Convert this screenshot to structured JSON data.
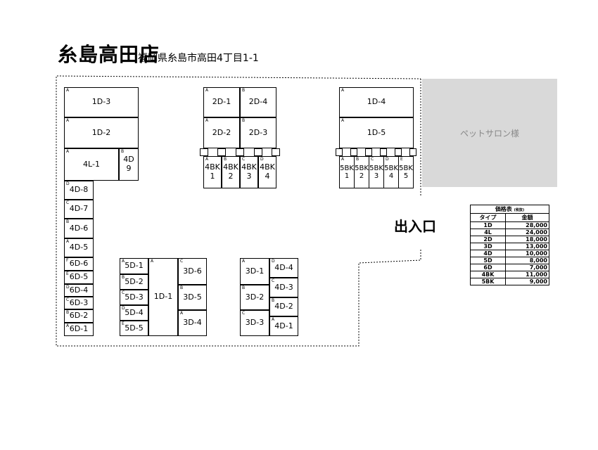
{
  "store": {
    "name": "糸島高田店",
    "address": "福岡県糸島市高田4丁目1-1"
  },
  "pet_salon": "ペットサロン様",
  "entrance": "出入口",
  "units": {
    "u1d3": {
      "tag": "A",
      "label": "1D-3"
    },
    "u1d2": {
      "tag": "A",
      "label": "1D-2"
    },
    "u4l1": {
      "tag": "A",
      "label": "4L-1"
    },
    "u4d9": {
      "tag": "B",
      "label": "4D\n9"
    },
    "u4d8": {
      "tag": "D",
      "label": "4D-8"
    },
    "u4d7": {
      "tag": "C",
      "label": "4D-7"
    },
    "u4d6": {
      "tag": "B",
      "label": "4D-6"
    },
    "u4d5": {
      "tag": "A",
      "label": "4D-5"
    },
    "u6d6": {
      "tag": "F",
      "label": "6D-6"
    },
    "u6d5": {
      "tag": "E",
      "label": "6D-5"
    },
    "u6d4": {
      "tag": "D",
      "label": "6D-4"
    },
    "u6d3": {
      "tag": "C",
      "label": "6D-3"
    },
    "u6d2": {
      "tag": "B",
      "label": "6D-2"
    },
    "u6d1": {
      "tag": "A",
      "label": "6D-1"
    },
    "u2d1": {
      "tag": "A",
      "label": "2D-1"
    },
    "u2d4": {
      "tag": "B",
      "label": "2D-4"
    },
    "u2d2": {
      "tag": "A",
      "label": "2D-2"
    },
    "u2d3": {
      "tag": "B",
      "label": "2D-3"
    },
    "u4bk1": {
      "tag": "A",
      "label": "4BK\n1"
    },
    "u4bk2": {
      "tag": "B",
      "label": "4BK\n2"
    },
    "u4bk3": {
      "tag": "C",
      "label": "4BK\n3"
    },
    "u4bk4": {
      "tag": "D",
      "label": "4BK\n4"
    },
    "u1d4": {
      "tag": "A",
      "label": "1D-4"
    },
    "u1d5": {
      "tag": "A",
      "label": "1D-5"
    },
    "u5bk1": {
      "tag": "A",
      "label": "5BK\n1"
    },
    "u5bk2": {
      "tag": "B",
      "label": "5BK\n2"
    },
    "u5bk3": {
      "tag": "C",
      "label": "5BK\n3"
    },
    "u5bk4": {
      "tag": "D",
      "label": "5BK\n4"
    },
    "u5bk5": {
      "tag": "E",
      "label": "5BK\n5"
    },
    "u5d1": {
      "tag": "A",
      "label": "5D-1"
    },
    "u5d2": {
      "tag": "B",
      "label": "5D-2"
    },
    "u5d3": {
      "tag": "C",
      "label": "5D-3"
    },
    "u5d4": {
      "tag": "D",
      "label": "5D-4"
    },
    "u5d5": {
      "tag": "E",
      "label": "5D-5"
    },
    "u1d1": {
      "tag": "A",
      "label": "1D-1"
    },
    "u3d6": {
      "tag": "C",
      "label": "3D-6"
    },
    "u3d5": {
      "tag": "B",
      "label": "3D-5"
    },
    "u3d4": {
      "tag": "A",
      "label": "3D-4"
    },
    "u3d1": {
      "tag": "A",
      "label": "3D-1"
    },
    "u3d2": {
      "tag": "B",
      "label": "3D-2"
    },
    "u3d3": {
      "tag": "C",
      "label": "3D-3"
    },
    "u4d4": {
      "tag": "D",
      "label": "4D-4"
    },
    "u4d3": {
      "tag": "C",
      "label": "4D-3"
    },
    "u4d2": {
      "tag": "B",
      "label": "4D-2"
    },
    "u4d1": {
      "tag": "A",
      "label": "4D-1"
    }
  },
  "price_table": {
    "title": "価格表",
    "tax_note": "(税抜)",
    "col_type": "タイプ",
    "col_price": "金額",
    "rows": [
      {
        "type": "1D",
        "price": "28,000"
      },
      {
        "type": "4L",
        "price": "24,000"
      },
      {
        "type": "2D",
        "price": "18,000"
      },
      {
        "type": "3D",
        "price": "13,000"
      },
      {
        "type": "4D",
        "price": "10,000"
      },
      {
        "type": "5D",
        "price": "8,000"
      },
      {
        "type": "6D",
        "price": "7,000"
      },
      {
        "type": "4BK",
        "price": "11,000"
      },
      {
        "type": "5BK",
        "price": "9,000"
      }
    ]
  }
}
